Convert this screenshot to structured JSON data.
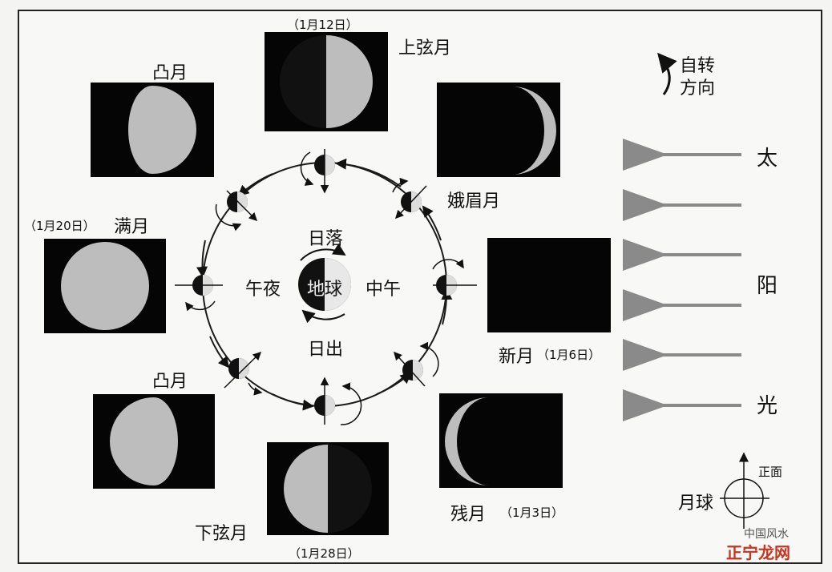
{
  "phases": {
    "first_quarter": {
      "name": "上弦月",
      "date": "（1月12日）"
    },
    "waxing_crescent": {
      "name": "娥眉月"
    },
    "new_moon": {
      "name": "新月",
      "date": "（1月6日）"
    },
    "waning_crescent": {
      "name": "残月",
      "date": "（1月3日）"
    },
    "last_quarter": {
      "name": "下弦月",
      "date": "（1月28日）"
    },
    "gibbous_lower": {
      "name": "凸月"
    },
    "full_moon": {
      "name": "满月",
      "date": "（1月20日）"
    },
    "gibbous_upper": {
      "name": "凸月"
    }
  },
  "earth": {
    "label": "地球",
    "sunset": "日落",
    "midnight": "午夜",
    "noon": "中午",
    "sunrise": "日出"
  },
  "rotation": {
    "line1": "自转",
    "line2": "方向"
  },
  "sunlight": {
    "chars": [
      "太",
      "阳",
      "光"
    ]
  },
  "moon_legend": {
    "label": "月球",
    "front": "正面"
  },
  "watermark": {
    "text": "中国风水",
    "logo": "正宁龙网"
  },
  "colors": {
    "sky": "#050505",
    "moon": "#b9b9b9",
    "arrow": "#8a8a8a",
    "line": "#1a1a1a"
  }
}
